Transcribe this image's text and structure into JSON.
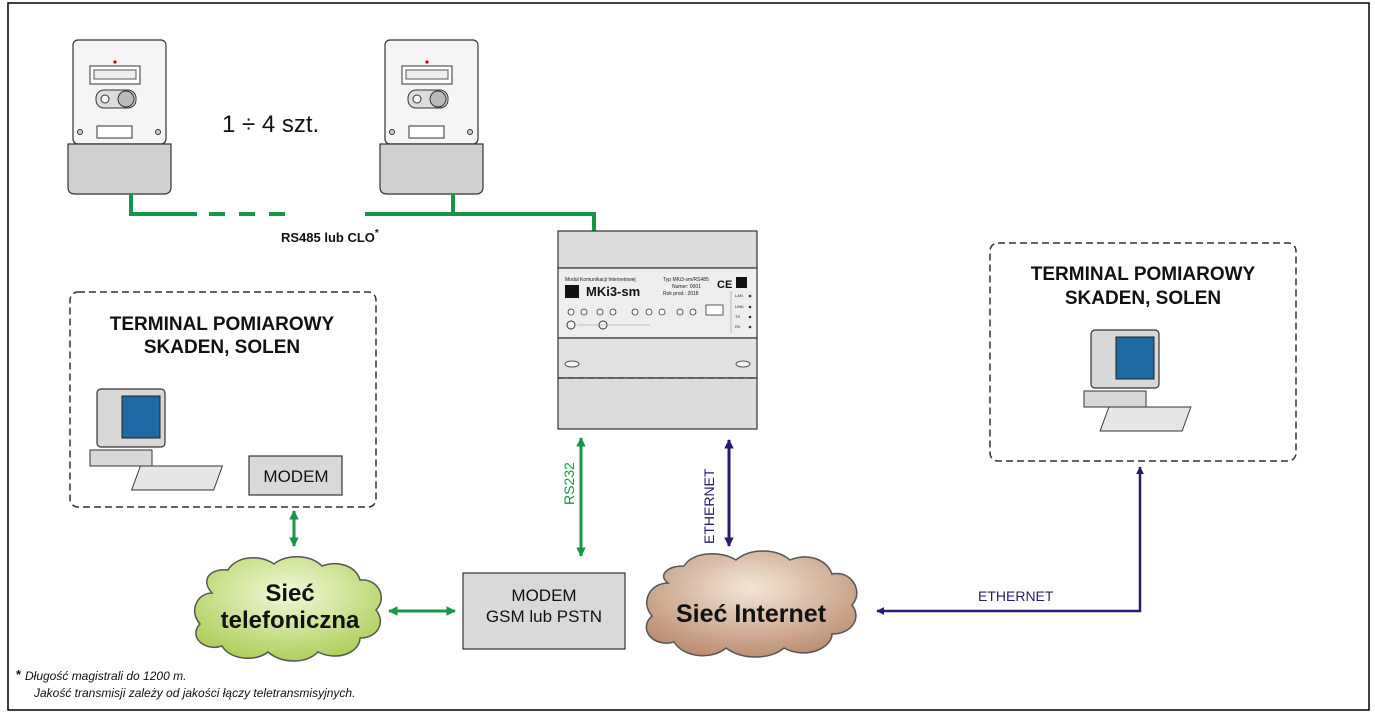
{
  "quantity_label": "1 ÷ 4 szt.",
  "bus_label": "RS485 lub CLO",
  "bus_label_star": "*",
  "terminal_left": {
    "line1": "TERMINAL POMIAROWY",
    "line2": "SKADEN, SOLEN"
  },
  "terminal_right": {
    "line1": "TERMINAL POMIAROWY",
    "line2": "SKADEN, SOLEN"
  },
  "modem_small": "MODEM",
  "modem_big": {
    "line1": "MODEM",
    "line2": "GSM lub PSTN"
  },
  "device": {
    "line_top_left": "Moduł Komunikacji Internetowej",
    "model": "MKi3-sm",
    "type": "Typ MKi3-sm/RS485",
    "number": "Numer: 0001",
    "year": "Rok prod.: 2018",
    "ce": "CE",
    "leds": [
      "LAN",
      "LINK",
      "TX",
      "RX"
    ]
  },
  "links": {
    "rs232": "RS232",
    "ethernet_vertical": "ETHERNET",
    "ethernet_horizontal": "ETHERNET"
  },
  "clouds": {
    "phone_line1": "Sieć",
    "phone_line2": "telefoniczna",
    "internet": "Sieć Internet"
  },
  "footnote": {
    "star": "*",
    "line1": "Długość magistrali do 1200 m.",
    "line2": "Jakość transmisji zależy od jakości łączy teletransmisyjnych."
  }
}
